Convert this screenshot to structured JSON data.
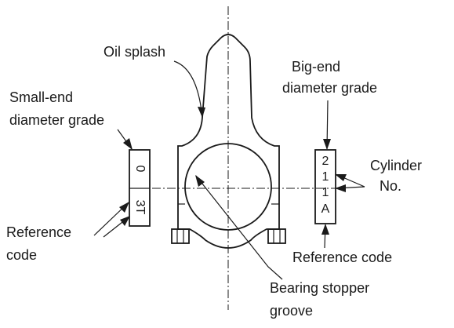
{
  "labels": {
    "oil_splash": "Oil splash",
    "big_end_line1": "Big-end",
    "big_end_line2": "diameter grade",
    "small_end_line1": "Small-end",
    "small_end_line2": "diameter grade",
    "cylinder_line1": "Cylinder",
    "cylinder_line2": "No.",
    "reference_left_line1": "Reference",
    "reference_left_line2": "code",
    "reference_right": "Reference code",
    "bearing_line1": "Bearing stopper",
    "bearing_line2": "groove"
  },
  "small_end_box": {
    "grade": "0",
    "code": "3T"
  },
  "big_end_box": {
    "chars": [
      "2",
      "1",
      "1",
      "A"
    ]
  }
}
